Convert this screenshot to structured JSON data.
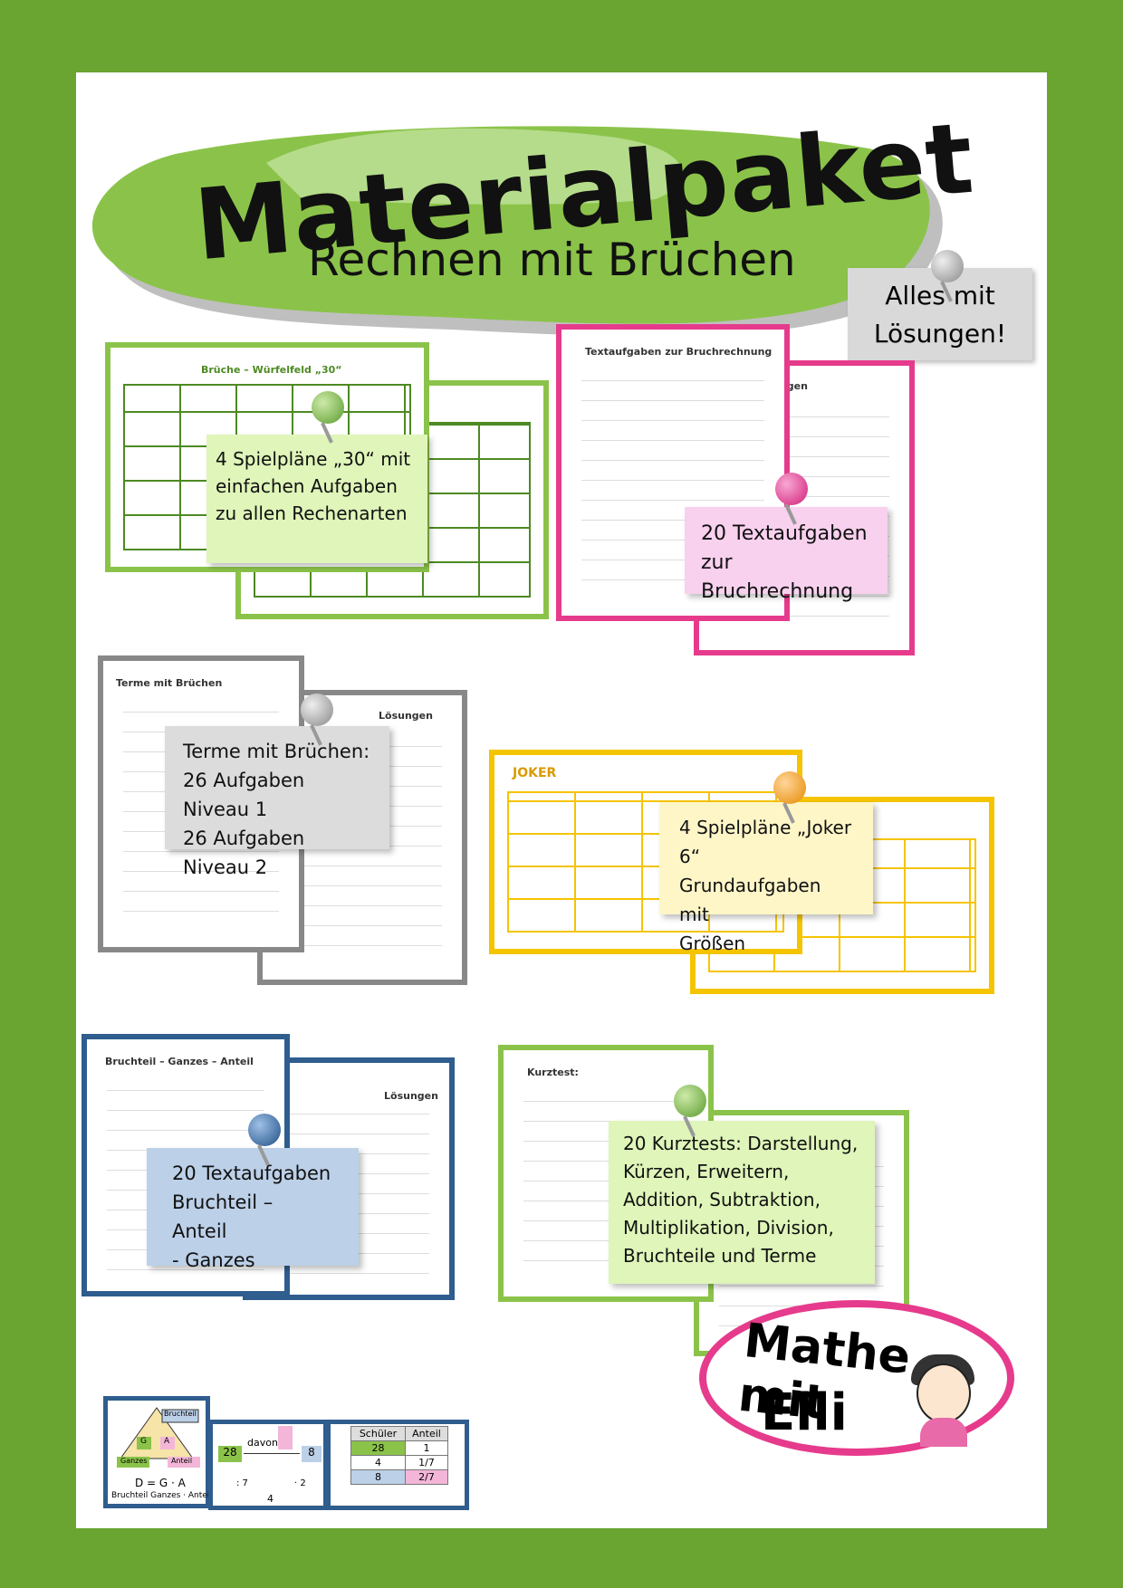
{
  "title": "Materialpaket",
  "subtitle": "Rechnen mit Brüchen",
  "solutions_tag": "Alles mit\nLösungen!",
  "notes": {
    "spielplaene_30": "4 Spielpläne „30“ mit\neinfachen Aufgaben\nzu allen Rechenarten",
    "textaufgaben": "20 Textaufgaben\nzur Bruchrechnung",
    "terme": "Terme mit Brüchen:\n26 Aufgaben Niveau 1\n26 Aufgaben Niveau 2",
    "joker": "4 Spielpläne „Joker 6“\nGrundaufgaben mit\nGrößen",
    "bruchteil": "20 Textaufgaben\nBruchteil – Anteil\n- Ganzes",
    "kurztests": "20 Kurztests:   Darstellung,\nKürzen, Erweitern,\nAddition, Subtraktion,\nMultiplikation, Division,\nBruchteile und Terme"
  },
  "page_titles": {
    "wuerfelfeld": "Brüche – Würfelfeld „30“",
    "textaufgaben": "Textaufgaben zur Bruchrechnung",
    "terme": "Terme mit Brüchen",
    "joker": "JOKER",
    "bruchteil": "Bruchteil – Ganzes – Anteil",
    "kurztest": "Kurztest:",
    "loesungen": "Lösungen"
  },
  "mini_cards": {
    "triangle_formula": "D = G · A",
    "triangle_caption": "Bruchteil   Ganzes · Anteil",
    "triangle_labels": [
      "Bruchteil",
      "G",
      "A",
      "Ganzes",
      "Anteil"
    ],
    "arrow_label": "davon",
    "arrow_values": [
      "28",
      "8",
      ": 7",
      "· 2",
      "4"
    ],
    "table_headers": [
      "Schüler",
      "Anteil"
    ],
    "table_rows": [
      [
        "28",
        "1"
      ],
      [
        "4",
        "1/7"
      ],
      [
        "8",
        "2/7"
      ]
    ]
  },
  "logo": {
    "line1": "Mathe mit",
    "line2": "Elli"
  },
  "colors": {
    "frame_green": "#6aa532",
    "green_note": "#dff5b9",
    "pink": "#e63b8c",
    "pink_note": "#f8d1ee",
    "gray": "#888888",
    "gray_note": "#dcdcdc",
    "yellow": "#f5c400",
    "yellow_note": "#fff6c8",
    "blue": "#2f5d8e",
    "blue_note": "#bcd0e8"
  }
}
